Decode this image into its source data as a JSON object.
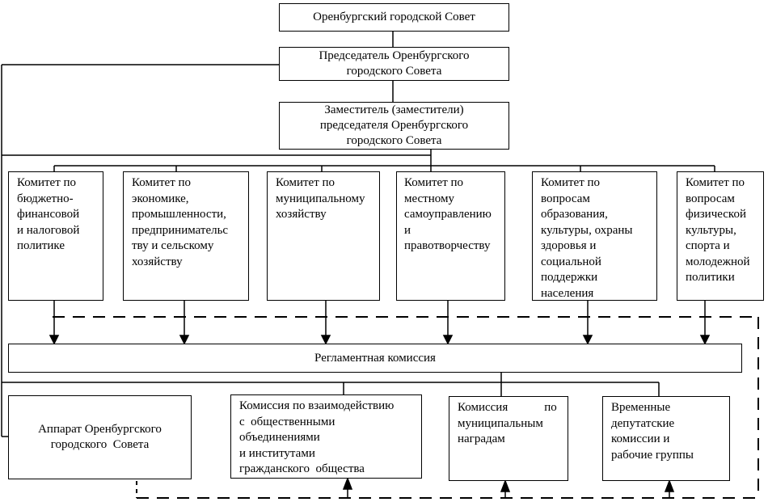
{
  "diagram": {
    "title_box": {
      "label": "Оренбургский городской Совет"
    },
    "chairman_box": {
      "label": "Председатель Оренбургского\nгородского Совета"
    },
    "deputy_box": {
      "label": "Заместитель (заместители)\nпредседателя Оренбургского\nгородского Совета"
    },
    "committees": [
      {
        "label": "Комитет по\nбюджетно-\nфинансовой\nи налоговой\nполитике"
      },
      {
        "label": "Комитет по\nэкономике,\nпромышленности,\nпредпринимательс\nтву и сельскому\nхозяйству"
      },
      {
        "label": "Комитет по\nмуниципальному\nхозяйству"
      },
      {
        "label": "Комитет по\nместному\nсамоуправлению\nи\nправотворчеству"
      },
      {
        "label": "Комитет по\nвопросам\nобразования,\nкультуры, охраны\nздоровья и\nсоциальной\nподдержки\nнаселения"
      },
      {
        "label": "Комитет по\nвопросам\nфизической\nкультуры,\nспорта и\nмолодежной\nполитики"
      }
    ],
    "reglament_box": {
      "label": "Регламентная комиссия"
    },
    "bottom_boxes": [
      {
        "label": "Аппарат Оренбургского\nгородского  Совета"
      },
      {
        "label": "Комиссия по взаимодействию\nс  общественными\nобъединениями\nи институтами\nгражданского  общества"
      },
      {
        "label": "Комиссия            по\nмуниципальным\nнаградам"
      },
      {
        "label": "Временные\nдепутатские\nкомиссии и\nрабочие группы"
      }
    ],
    "colors": {
      "line": "#000000",
      "background": "#ffffff",
      "text": "#000000"
    }
  }
}
